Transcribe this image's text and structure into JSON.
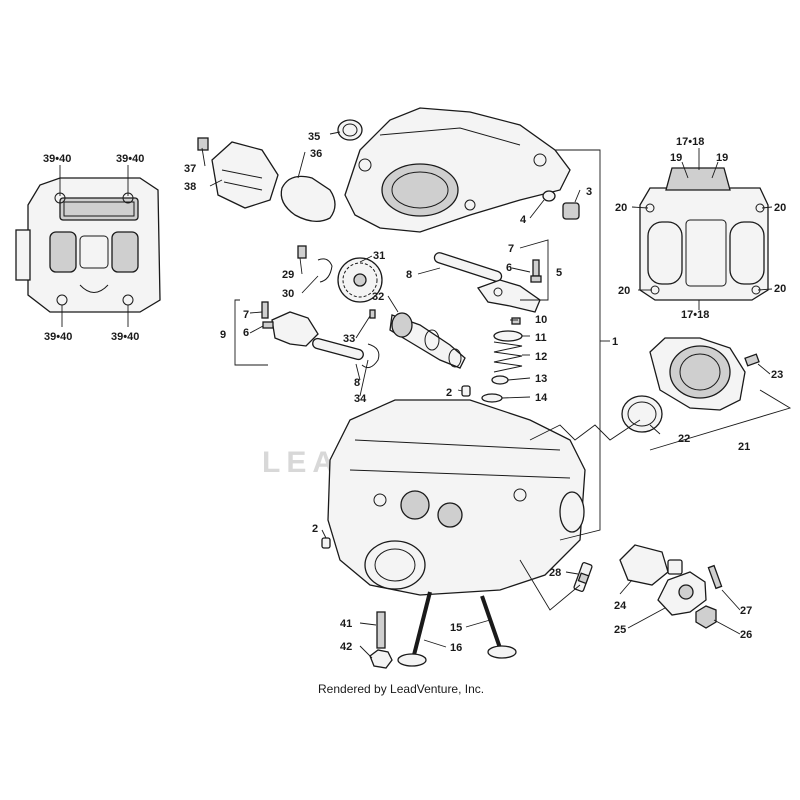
{
  "watermark": "LEADVENTURE",
  "credit": "Rendered by LeadVenture, Inc.",
  "callouts": {
    "c1": "1",
    "c2a": "2",
    "c2b": "2",
    "c3": "3",
    "c4": "4",
    "c5": "5",
    "c6a": "6",
    "c6b": "6",
    "c7a": "7",
    "c7b": "7",
    "c8a": "8",
    "c8b": "8",
    "c9": "9",
    "c10": "10",
    "c11": "11",
    "c12": "12",
    "c13": "13",
    "c14": "14",
    "c15": "15",
    "c16": "16",
    "c1718a": "17•18",
    "c1718b": "17•18",
    "c19a": "19",
    "c19b": "19",
    "c20a": "20",
    "c20b": "20",
    "c20c": "20",
    "c20d": "20",
    "c21": "21",
    "c22": "22",
    "c23": "23",
    "c24": "24",
    "c25": "25",
    "c26": "26",
    "c27": "27",
    "c28": "28",
    "c29": "29",
    "c30": "30",
    "c31": "31",
    "c32": "32",
    "c33": "33",
    "c34": "34",
    "c35": "35",
    "c36": "36",
    "c37": "37",
    "c38": "38",
    "c3940a": "39•40",
    "c3940b": "39•40",
    "c3940c": "39•40",
    "c3940d": "39•40",
    "c41": "41",
    "c42": "42"
  }
}
